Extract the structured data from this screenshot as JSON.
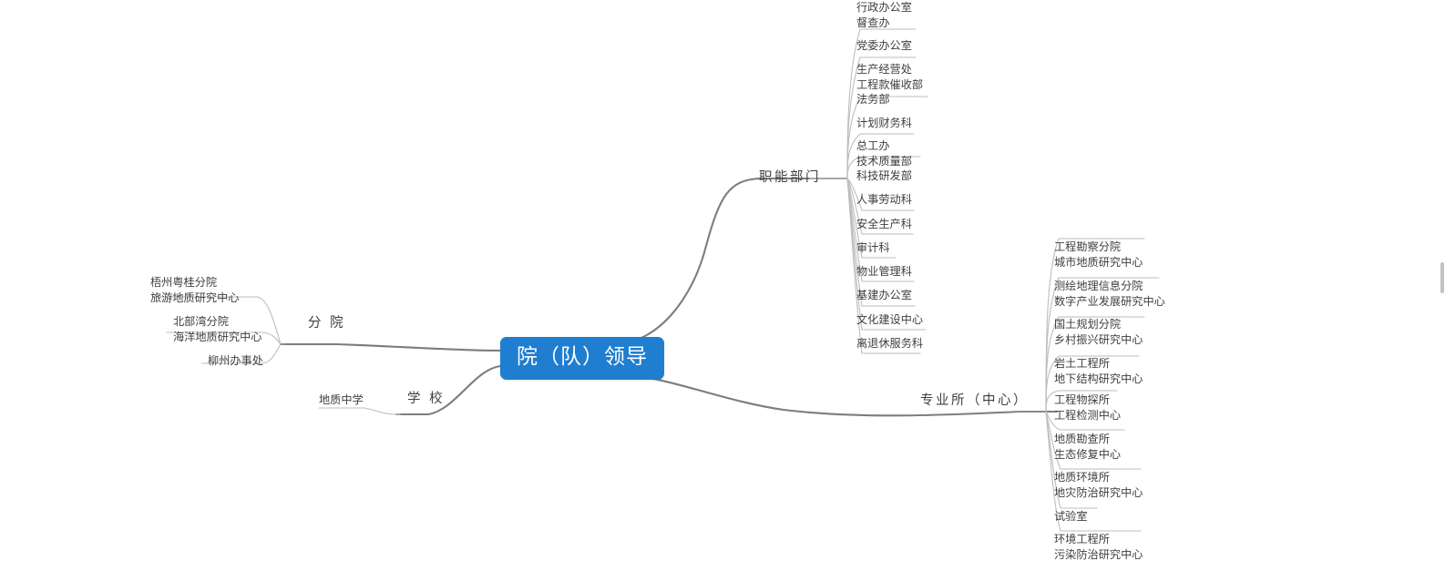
{
  "diagram": {
    "type": "mindmap",
    "title_node": "院（队）领导",
    "accent_color": "#1f7ed0",
    "connector_color": "#8c8c8c",
    "text_color": "#3f3f3f",
    "background": "#ffffff"
  },
  "root": {
    "label": "院（队）领导"
  },
  "branches": [
    {
      "id": "fenyuan",
      "label": "分  院",
      "side": "left",
      "children": [
        {
          "lines": [
            "梧州粤桂分院",
            "旅游地质研究中心"
          ]
        },
        {
          "lines": [
            "北部湾分院",
            "海洋地质研究中心"
          ]
        },
        {
          "lines": [
            "柳州办事处"
          ]
        }
      ]
    },
    {
      "id": "xuexiao",
      "label": "学  校",
      "side": "left",
      "children": [
        {
          "lines": [
            "地质中学"
          ]
        }
      ]
    },
    {
      "id": "zhineng",
      "label": "职能部门",
      "side": "right",
      "children": [
        {
          "lines": [
            "行政办公室",
            "督查办"
          ]
        },
        {
          "lines": [
            "党委办公室"
          ]
        },
        {
          "lines": [
            "生产经营处",
            "工程款催收部",
            "法务部"
          ]
        },
        {
          "lines": [
            "计划财务科"
          ]
        },
        {
          "lines": [
            "总工办",
            "技术质量部",
            "科技研发部"
          ]
        },
        {
          "lines": [
            "人事劳动科"
          ]
        },
        {
          "lines": [
            "安全生产科"
          ]
        },
        {
          "lines": [
            "审计科"
          ]
        },
        {
          "lines": [
            "物业管理科"
          ]
        },
        {
          "lines": [
            "基建办公室"
          ]
        },
        {
          "lines": [
            "文化建设中心"
          ]
        },
        {
          "lines": [
            "离退休服务科"
          ]
        }
      ]
    },
    {
      "id": "zhuanye",
      "label": "专业所（中心）",
      "side": "right",
      "children": [
        {
          "lines": [
            "工程勘察分院",
            "城市地质研究中心"
          ]
        },
        {
          "lines": [
            "测绘地理信息分院",
            "数字产业发展研究中心"
          ]
        },
        {
          "lines": [
            "国土规划分院",
            "乡村振兴研究中心"
          ]
        },
        {
          "lines": [
            "岩土工程所",
            "地下结构研究中心"
          ]
        },
        {
          "lines": [
            "工程物探所",
            "工程检测中心"
          ]
        },
        {
          "lines": [
            "地质勘查所",
            "生态修复中心"
          ]
        },
        {
          "lines": [
            "地质环境所",
            "地灾防治研究中心"
          ]
        },
        {
          "lines": [
            "试验室"
          ]
        },
        {
          "lines": [
            "环境工程所",
            "污染防治研究中心"
          ]
        }
      ]
    }
  ],
  "scrollbar": {
    "present": true
  }
}
